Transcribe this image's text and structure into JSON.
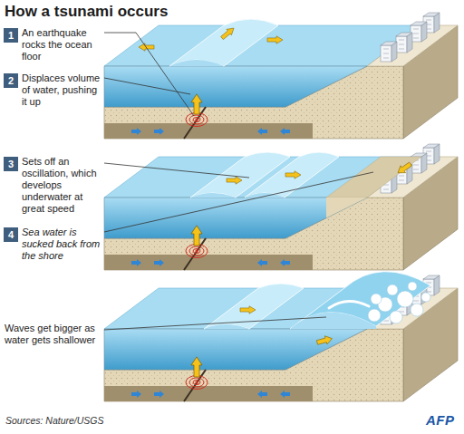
{
  "diagram": {
    "title": "How a tsunami occurs",
    "caption": "Sources: Nature/USGS",
    "nodes": [
      {
        "text": [
          "1"
        ]
      },
      {
        "text": [
          "2"
        ]
      },
      {
        "text": [
          "3"
        ]
      },
      {
        "text": [
          "4"
        ]
      }
    ],
    "labels": [
      "An earthquake rocks the ocean floor",
      "Displaces volume of water, pushing it up",
      "Sets off an oscillation, which develops underwater at great speed",
      "Sea water is sucked back from the shore",
      "Waves get bigger as water gets shallower",
      "AFP"
    ]
  }
}
